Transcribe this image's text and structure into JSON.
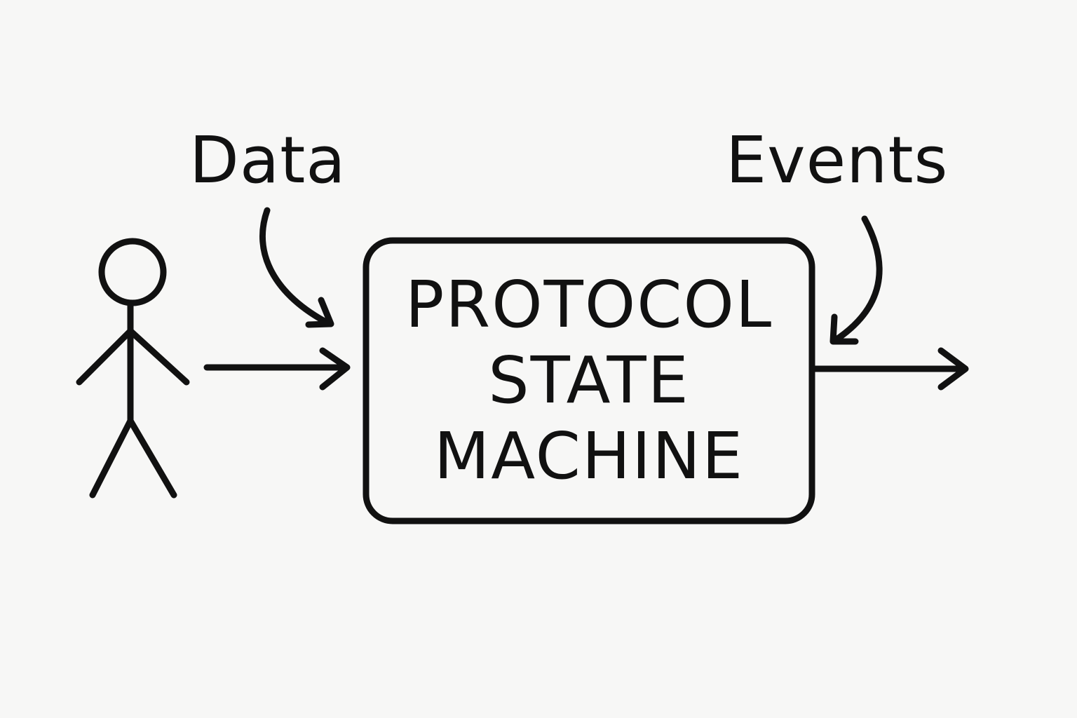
{
  "diagram": {
    "actor": {
      "name": "user",
      "icon": "stick-figure-icon"
    },
    "labels": {
      "input": "Data",
      "output": "Events"
    },
    "central_node": {
      "lines": [
        "PROTOCOL",
        "STATE",
        "MACHINE"
      ]
    },
    "edges": [
      {
        "from": "user",
        "to": "central_node",
        "kind": "straight-arrow"
      },
      {
        "from": "Data",
        "to": "central_node",
        "kind": "curved-arrow"
      },
      {
        "from": "Events",
        "to": "central_node",
        "kind": "curved-arrow"
      },
      {
        "from": "central_node",
        "to": "output",
        "kind": "straight-arrow"
      }
    ],
    "colors": {
      "ink": "#111111",
      "paper": "#f7f7f6"
    }
  }
}
